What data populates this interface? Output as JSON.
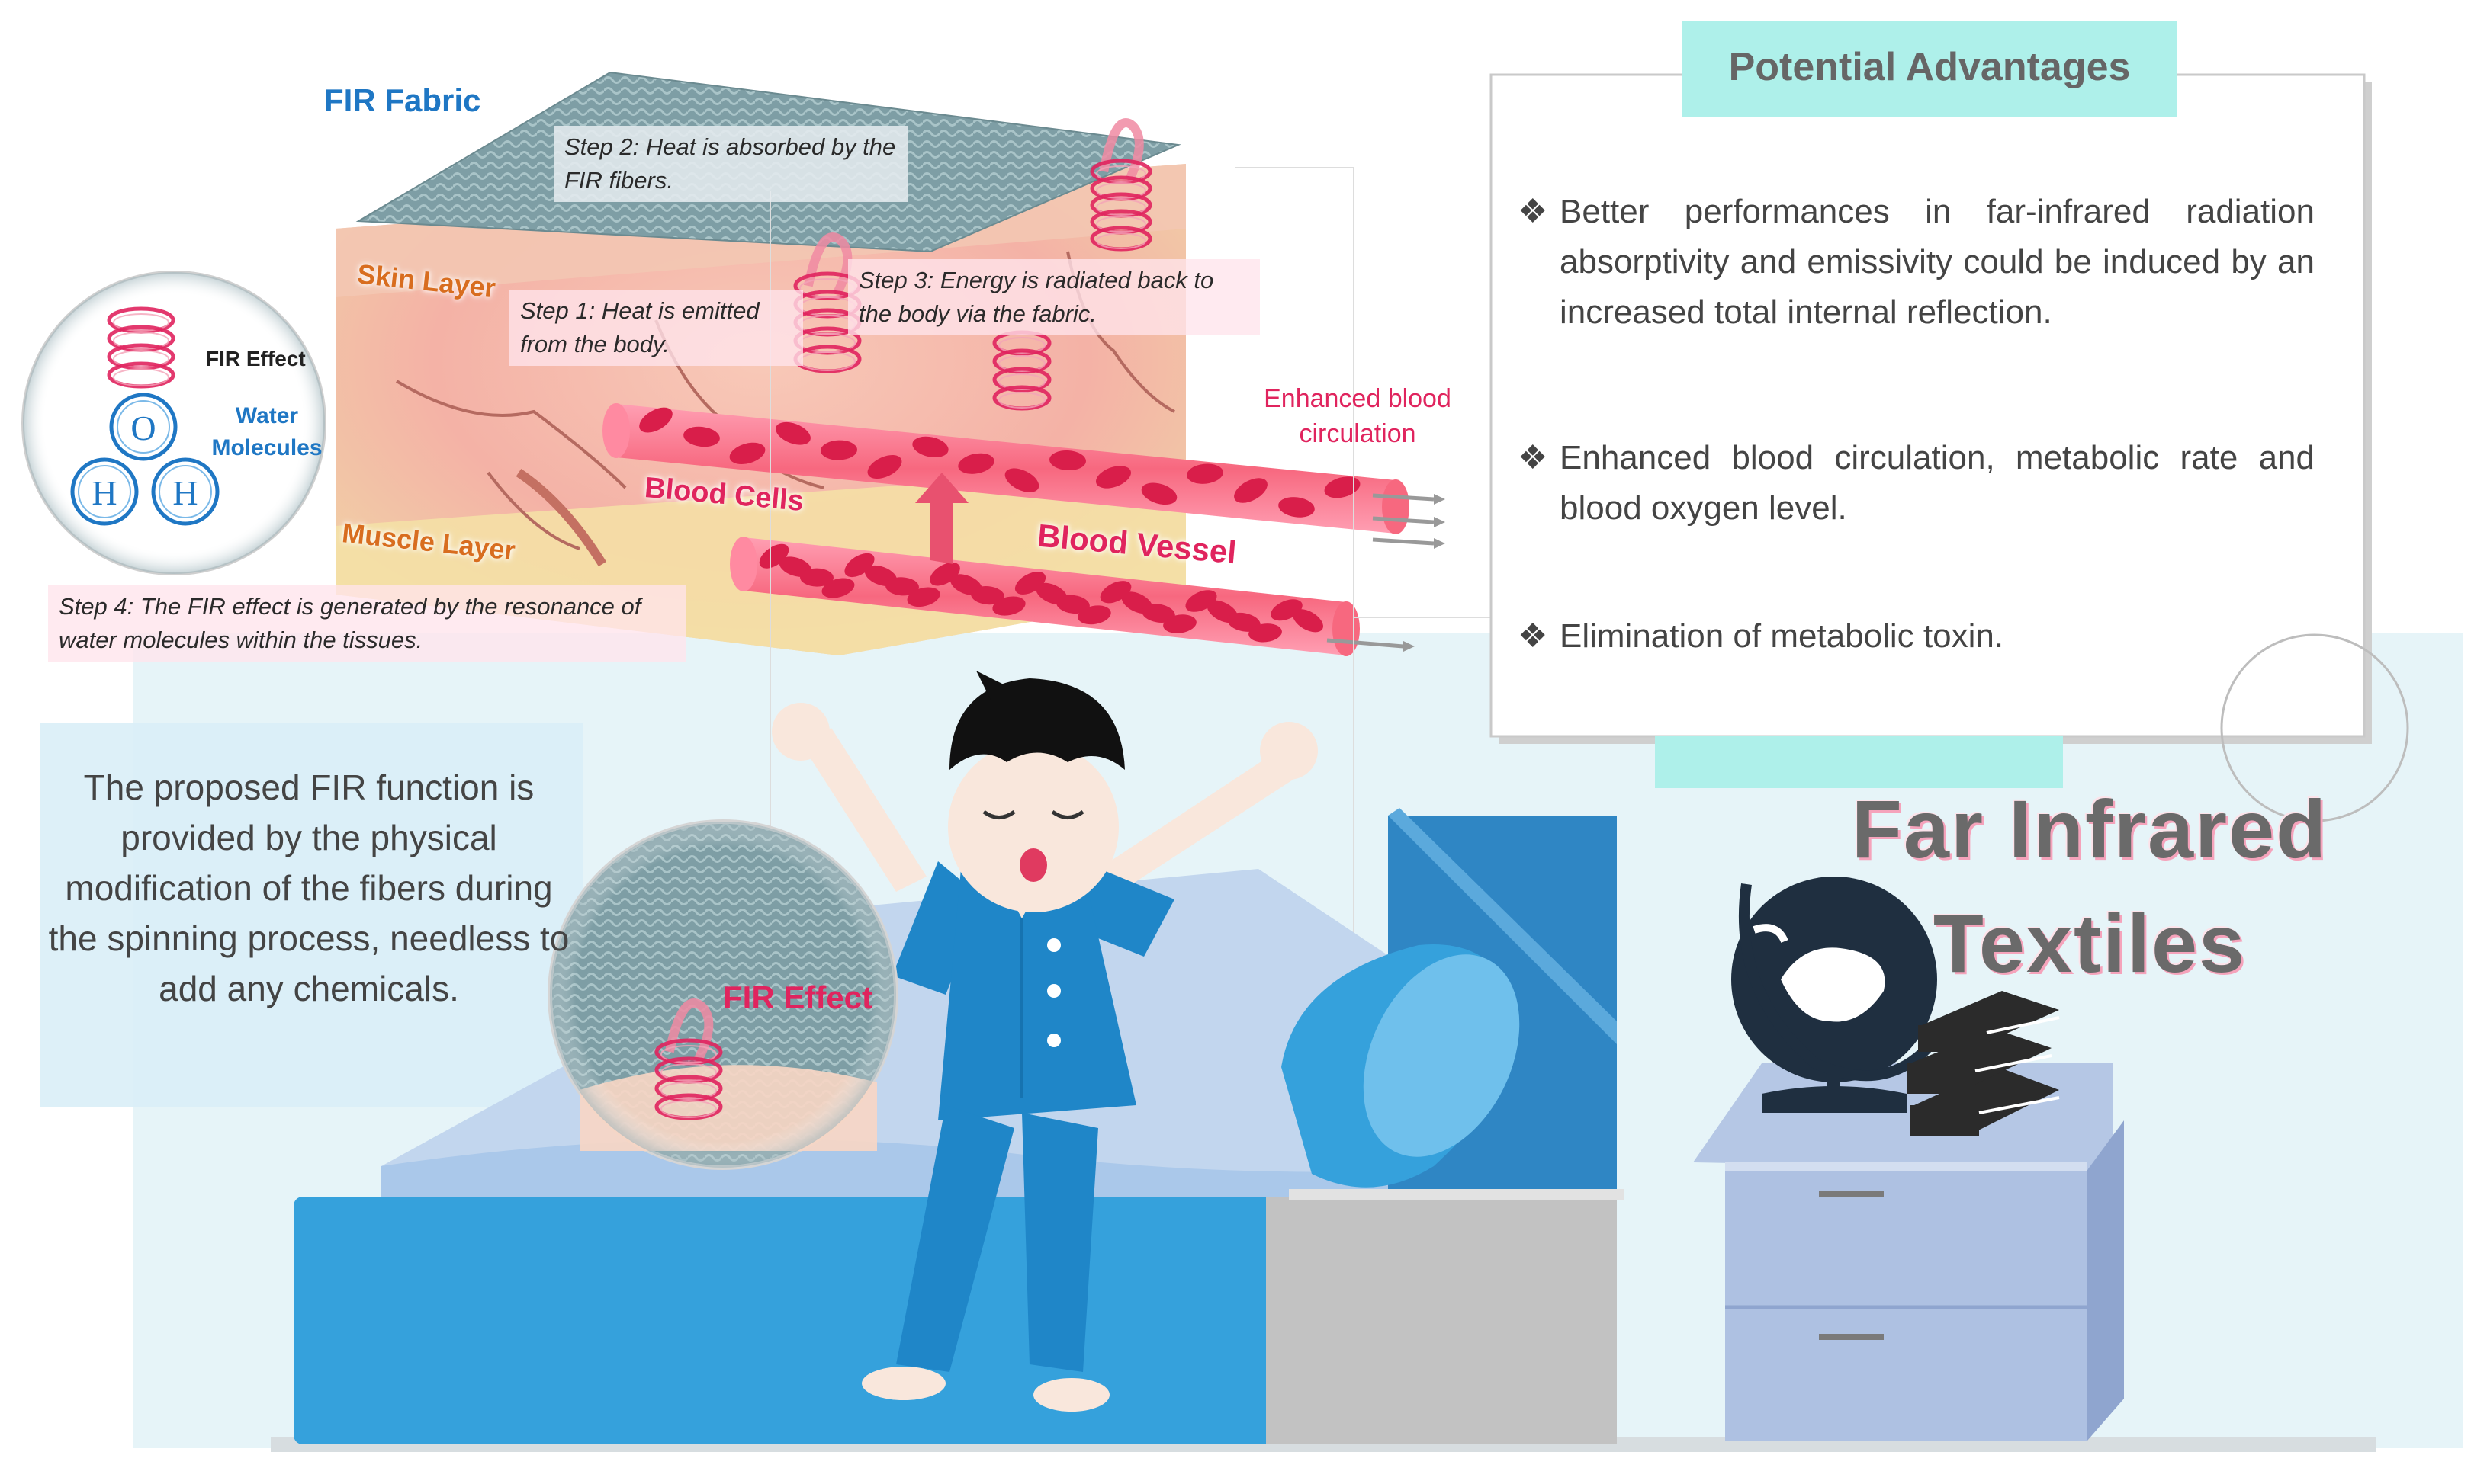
{
  "fabric_title": "FIR Fabric",
  "steps": {
    "step1": "Step 1: Heat is emitted from the body.",
    "step2": "Step 2: Heat is absorbed by the FIR fibers.",
    "step3": "Step 3: Energy is radiated back to the body via the fabric.",
    "step4": "Step 4: The FIR effect is generated by the resonance of water molecules within the tissues."
  },
  "layers": {
    "skin": "Skin Layer",
    "muscle": "Muscle Layer",
    "blood_cells": "Blood Cells",
    "blood_vessel": "Blood Vessel",
    "enhanced": "Enhanced blood circulation"
  },
  "molecule_inset": {
    "title": "FIR Effect",
    "water": "Water Molecules",
    "oxygen": "O",
    "hydrogen_1": "H",
    "hydrogen_2": "H"
  },
  "fabric_inset": {
    "label": "FIR Effect"
  },
  "advantages": {
    "title": "Potential Advantages",
    "bullet": "❖",
    "items": [
      "Better performances in far-infrared radiation absorptivity and emissivity could be induced by an increased total internal reflection.",
      "Enhanced blood circulation, metabolic rate and blood oxygen level.",
      "Elimination of metabolic toxin."
    ]
  },
  "description": "The proposed FIR function is provided by the physical modification of the fibers during the spinning process, needless to add any chemicals.",
  "main_title": {
    "line1": "Far Infrared",
    "line2": "Textiles"
  },
  "colors": {
    "accent_pink": "#e0245e",
    "accent_blue": "#1f77c4",
    "title_highlight": "#aef0ea",
    "room_background": "#e6f4f8"
  }
}
